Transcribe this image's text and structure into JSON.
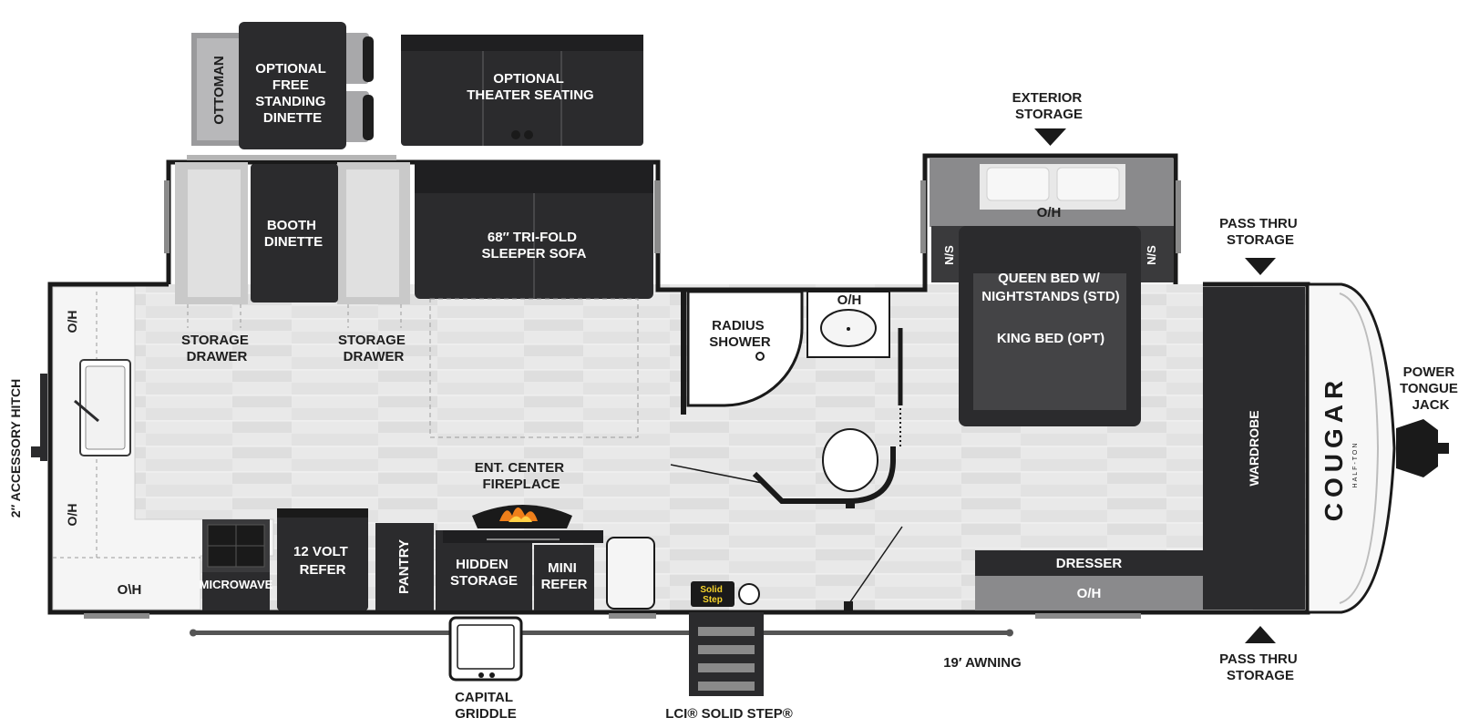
{
  "colors": {
    "dark": "#2b2b2d",
    "wall": "#1a1a1a",
    "floor": "#e6e6e6",
    "cabinet": "#cfcfcf",
    "white": "#ffffff",
    "bed_gray": "#8a8a8c"
  },
  "labels": {
    "ottoman": "OTTOMAN",
    "dinette_free": [
      "OPTIONAL",
      "FREE",
      "STANDING",
      "DINETTE"
    ],
    "theater": [
      "OPTIONAL",
      "THEATER SEATING"
    ],
    "booth": [
      "BOOTH",
      "DINETTE"
    ],
    "sofa": [
      "68″ TRI-FOLD",
      "SLEEPER SOFA"
    ],
    "storage_drawer_1": [
      "STORAGE",
      "DRAWER"
    ],
    "storage_drawer_2": [
      "STORAGE",
      "DRAWER"
    ],
    "oh_left_top": "O/H",
    "oh_left_bottom": "O/H",
    "oh_left_floor": "O\\H",
    "radius_shower": [
      "RADIUS",
      "SHOWER"
    ],
    "oh_bath": "O/H",
    "exterior_storage": [
      "EXTERIOR",
      "STORAGE"
    ],
    "oh_bed": "O/H",
    "ns_left": "N/S",
    "ns_right": "N/S",
    "queen_bed": [
      "QUEEN BED W/",
      "NIGHTSTANDS (STD)"
    ],
    "king_bed": "KING BED (OPT)",
    "pass_thru_top": [
      "PASS THRU",
      "STORAGE"
    ],
    "pass_thru_bottom": [
      "PASS THRU",
      "STORAGE"
    ],
    "wardrobe": "WARDROBE",
    "power_jack": [
      "POWER",
      "TONGUE",
      "JACK"
    ],
    "brand": "COUGAR",
    "brand_sub": "HALF-TON",
    "accessory_hitch": "2″ ACCESSORY HITCH",
    "fireplace": [
      "ENT. CENTER",
      "FIREPLACE"
    ],
    "microwave": "MICROWAVE",
    "refer_12v": [
      "12 VOLT",
      "REFER"
    ],
    "pantry": "PANTRY",
    "hidden_storage": [
      "HIDDEN",
      "STORAGE"
    ],
    "mini_refer": [
      "MINI",
      "REFER"
    ],
    "dresser": "DRESSER",
    "oh_dresser": "O/H",
    "solid_step_badge": [
      "Solid",
      "Step"
    ],
    "awning": "19′ AWNING",
    "capital_griddle": [
      "CAPITAL",
      "GRIDDLE"
    ],
    "lci_step": "LCI® SOLID STEP®"
  }
}
